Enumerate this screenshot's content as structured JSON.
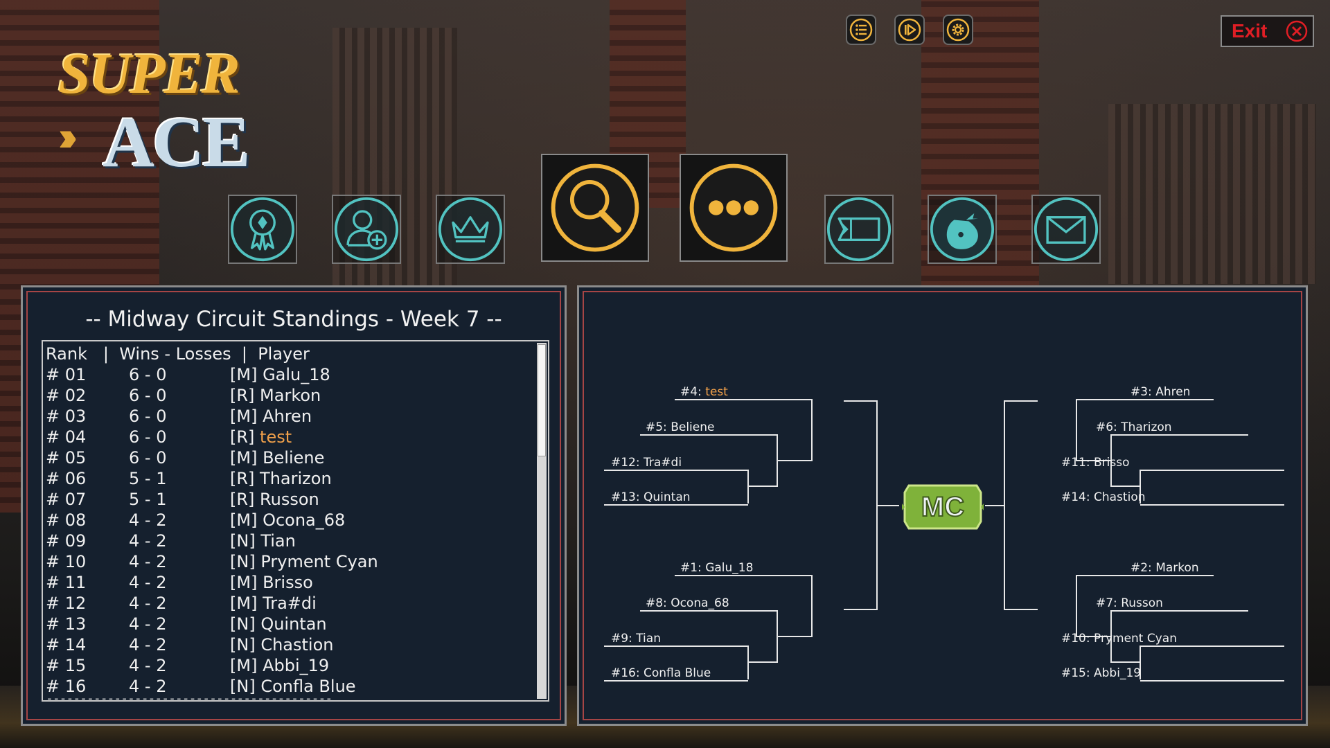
{
  "logo": {
    "line1": "SUPER",
    "line2": "ACE",
    "arrows": "›››"
  },
  "top_bar": {
    "list_icon": "list-icon",
    "skip_icon": "skip-forward-icon",
    "settings_icon": "gear-icon",
    "exit_label": "Exit",
    "exit_icon": "close-circle-icon"
  },
  "menu": {
    "items": [
      {
        "icon": "award-ribbon-icon"
      },
      {
        "icon": "add-user-icon"
      },
      {
        "icon": "crown-icon"
      },
      {
        "icon": "search-icon"
      },
      {
        "icon": "more-icon"
      },
      {
        "icon": "ticket-icon"
      },
      {
        "icon": "money-bag-icon"
      },
      {
        "icon": "mail-icon"
      }
    ]
  },
  "standings": {
    "title": "-- Midway Circuit Standings - Week 7 --",
    "header": "Rank   |  Wins - Losses  |  Player",
    "rows": [
      {
        "rank": "# 01",
        "record": "6 - 0",
        "tag": "[M]",
        "player": "Galu_18"
      },
      {
        "rank": "# 02",
        "record": "6 - 0",
        "tag": "[R]",
        "player": "Markon"
      },
      {
        "rank": "# 03",
        "record": "6 - 0",
        "tag": "[M]",
        "player": "Ahren"
      },
      {
        "rank": "# 04",
        "record": "6 - 0",
        "tag": "[R]",
        "player": "test"
      },
      {
        "rank": "# 05",
        "record": "6 - 0",
        "tag": "[M]",
        "player": "Beliene"
      },
      {
        "rank": "# 06",
        "record": "5 - 1",
        "tag": "[R]",
        "player": "Tharizon"
      },
      {
        "rank": "# 07",
        "record": "5 - 1",
        "tag": "[R]",
        "player": "Russon"
      },
      {
        "rank": "# 08",
        "record": "4 - 2",
        "tag": "[M]",
        "player": "Ocona_68"
      },
      {
        "rank": "# 09",
        "record": "4 - 2",
        "tag": "[N]",
        "player": "Tian"
      },
      {
        "rank": "# 10",
        "record": "4 - 2",
        "tag": "[N]",
        "player": "Pryment Cyan"
      },
      {
        "rank": "# 11",
        "record": "4 - 2",
        "tag": "[M]",
        "player": "Brisso"
      },
      {
        "rank": "# 12",
        "record": "4 - 2",
        "tag": "[M]",
        "player": "Tra#di"
      },
      {
        "rank": "# 13",
        "record": "4 - 2",
        "tag": "[N]",
        "player": "Quintan"
      },
      {
        "rank": "# 14",
        "record": "4 - 2",
        "tag": "[N]",
        "player": "Chastion"
      },
      {
        "rank": "# 15",
        "record": "4 - 2",
        "tag": "[M]",
        "player": "Abbi_19"
      },
      {
        "rank": "# 16",
        "record": "4 - 2",
        "tag": "[N]",
        "player": "Confla Blue"
      }
    ],
    "highlight_player": "test",
    "highlight_color": "#f0a04a",
    "footer_dashes": "------------------------------------------"
  },
  "bracket": {
    "center_logo": "MC",
    "left_top": [
      "#4: ",
      "#5: Beliene",
      "#12: Tra#di",
      "#13: Quintan"
    ],
    "left_top_highlight": "test",
    "left_bottom": [
      "#1: Galu_18",
      "#8: Ocona_68",
      "#9: Tian",
      "#16: Confla Blue"
    ],
    "right_top": [
      "#3: Ahren",
      "#6: Tharizon",
      "#11: Brisso",
      "#14: Chastion"
    ],
    "right_bottom": [
      "#2: Markon",
      "#7: Russon",
      "#10: Pryment Cyan",
      "#15: Abbi_19"
    ]
  }
}
